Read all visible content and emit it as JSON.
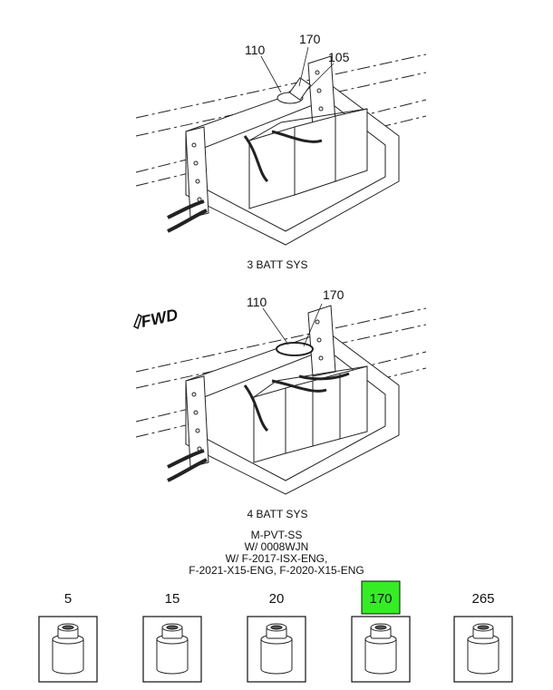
{
  "views": [
    {
      "caption": "3 BATT SYS",
      "callouts": [
        "110",
        "170",
        "105"
      ]
    },
    {
      "caption": "4 BATT SYS",
      "callouts": [
        "110",
        "170"
      ]
    }
  ],
  "fwd_label": "FWD",
  "note_lines": [
    "M-PVT-SS",
    "W/ 0008WJN",
    "W/ F-2017-ISX-ENG,",
    "F-2021-X15-ENG, F-2020-X15-ENG"
  ],
  "kits": [
    {
      "label": "5",
      "highlighted": false
    },
    {
      "label": "15",
      "highlighted": false
    },
    {
      "label": "20",
      "highlighted": false
    },
    {
      "label": "170",
      "highlighted": true
    },
    {
      "label": "265",
      "highlighted": false
    }
  ],
  "colors": {
    "highlight": "#33ee22",
    "line": "#222222"
  }
}
